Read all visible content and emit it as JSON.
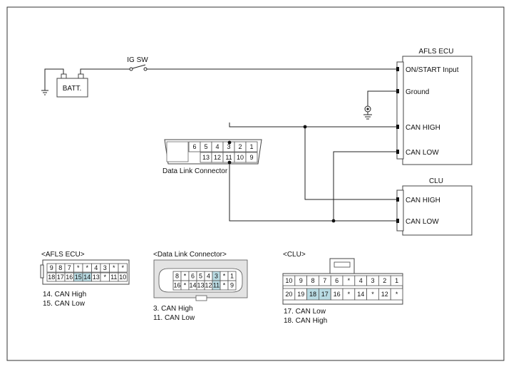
{
  "circuit": {
    "ig_switch_label": "IG SW",
    "battery_label": "BATT.",
    "dlc_label": "Data Link Connector",
    "afls_ecu": {
      "title": "AFLS ECU",
      "pin_on_start": "ON/START  Input",
      "pin_ground": "Ground",
      "pin_can_high": "CAN HIGH",
      "pin_can_low": "CAN LOW"
    },
    "clu": {
      "title": "CLU",
      "pin_can_high": "CAN HIGH",
      "pin_can_low": "CAN LOW"
    },
    "dlc_pins": {
      "top": [
        "6",
        "5",
        "4",
        "3",
        "2",
        "1"
      ],
      "bottom": [
        "13",
        "12",
        "11",
        "10",
        "9"
      ]
    }
  },
  "connectors": {
    "afls": {
      "title": "<AFLS ECU>",
      "row1": [
        "9",
        "8",
        "7",
        "*",
        "*",
        "4",
        "3",
        "*",
        "*"
      ],
      "row2": [
        "18",
        "17",
        "16",
        "15",
        "14",
        "13",
        "*",
        "11",
        "10"
      ],
      "notes": [
        "14. CAN High",
        "15. CAN Low"
      ]
    },
    "dlc": {
      "title": "<Data Link Connector>",
      "row1": [
        "8",
        "*",
        "6",
        "5",
        "4",
        "3",
        "*",
        "1"
      ],
      "row2": [
        "16",
        "*",
        "14",
        "13",
        "12",
        "11",
        "*",
        "9"
      ],
      "notes": [
        "3. CAN High",
        "11. CAN Low"
      ]
    },
    "clu": {
      "title": "<CLU>",
      "row1": [
        "10",
        "9",
        "8",
        "7",
        "6",
        "*",
        "4",
        "3",
        "2",
        "1"
      ],
      "row2": [
        "20",
        "19",
        "18",
        "17",
        "16",
        "*",
        "14",
        "*",
        "12",
        "*"
      ],
      "notes": [
        "17. CAN Low",
        "18. CAN High"
      ]
    }
  },
  "colors": {
    "highlight": "#b9dbe3",
    "line": "#222222"
  }
}
